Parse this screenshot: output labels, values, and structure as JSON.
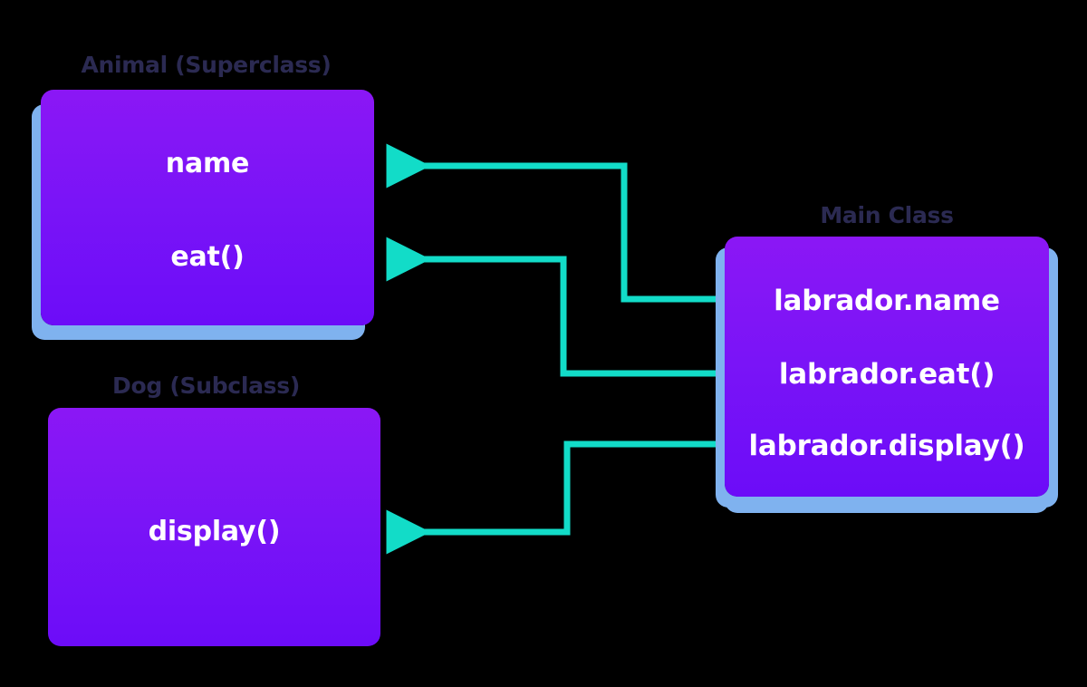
{
  "diagram": {
    "title_text_color": "#2b2a52",
    "box_gradient_top": "#8b17f5",
    "box_gradient_bottom": "#6c0cf8",
    "box_shadow_color": "#7fb2ef",
    "connector_color": "#12dcc8",
    "member_text_color": "#ffffff",
    "background_color": "#000000"
  },
  "boxes": {
    "animal": {
      "title": "Animal (Superclass)",
      "members": [
        {
          "label": "name"
        },
        {
          "label": "eat()"
        }
      ]
    },
    "dog": {
      "title": "Dog (Subclass)",
      "members": [
        {
          "label": "display()"
        }
      ]
    },
    "main": {
      "title": "Main Class",
      "members": [
        {
          "label": "labrador.name"
        },
        {
          "label": "labrador.eat()"
        },
        {
          "label": "labrador.display()"
        }
      ]
    }
  },
  "connectors": [
    {
      "from": "main.labrador.name",
      "to": "animal.name",
      "name": "connector-name"
    },
    {
      "from": "main.labrador.eat()",
      "to": "animal.eat()",
      "name": "connector-eat"
    },
    {
      "from": "main.labrador.display()",
      "to": "dog.display()",
      "name": "connector-display"
    }
  ]
}
